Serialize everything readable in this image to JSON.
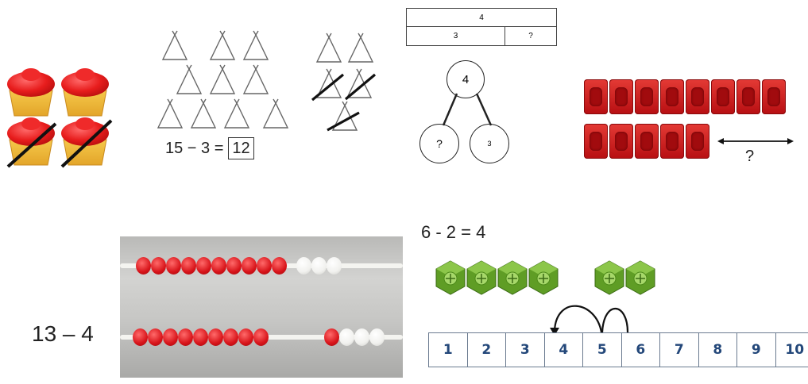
{
  "cupcakes": {
    "total": 4,
    "crossed": 2
  },
  "triangles": {
    "equation_left": "15 − 3 =",
    "answer": "12",
    "total": 15,
    "crossed": 3
  },
  "bar_model": {
    "whole": "4",
    "part_known": "3",
    "part_unknown": "?"
  },
  "number_bond": {
    "whole": "4",
    "part_unknown": "?",
    "part_known": "3"
  },
  "cubes": {
    "top_count": 8,
    "bottom_count": 5,
    "unknown_label": "?"
  },
  "rekenrek": {
    "label": "13 – 4",
    "top_red": 10,
    "bottom_red": 9,
    "bottom_moved": 1
  },
  "number_line": {
    "equation": "6 - 2 = 4",
    "numbers": [
      "1",
      "2",
      "3",
      "4",
      "5",
      "6",
      "7",
      "8",
      "9",
      "10"
    ],
    "left_group": 4,
    "right_group": 2
  },
  "colors": {
    "red": "#d8141a",
    "cube_green": "#6aa82c",
    "number_blue": "#24487a"
  }
}
